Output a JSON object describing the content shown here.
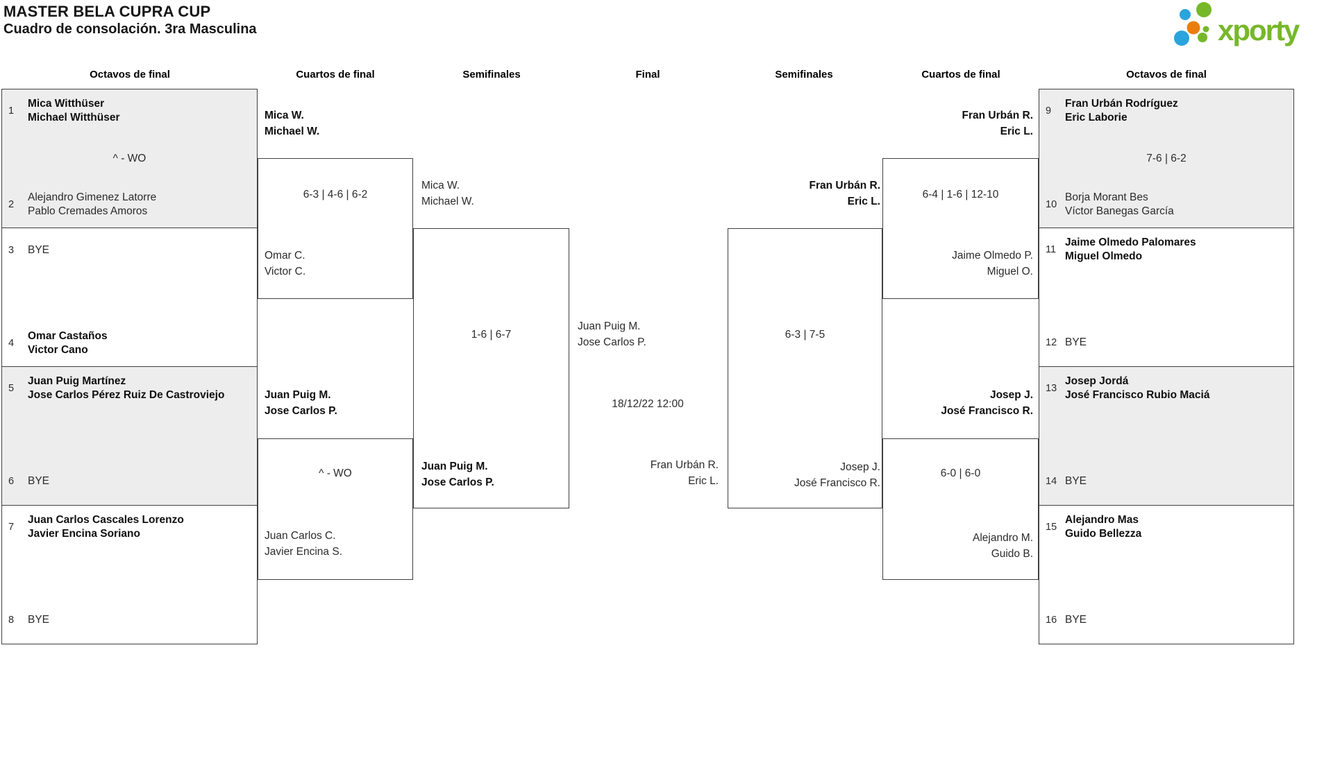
{
  "header": {
    "title": "MASTER BELA CUPRA CUP",
    "subtitle": "Cuadro de consolación. 3ra Masculina",
    "logo_text": "xporty"
  },
  "colors": {
    "logo_green": "#76b82a",
    "logo_blue": "#2aa4dc",
    "logo_orange": "#e87e10",
    "shade": "#ededed",
    "border": "#3f3f3f"
  },
  "rounds": [
    "Octavos de final",
    "Cuartos de final",
    "Semifinales",
    "Final",
    "Semifinales",
    "Cuartos de final",
    "Octavos de final"
  ],
  "bracket": {
    "left_octavos": [
      {
        "score": "^ - WO",
        "top": {
          "seed": "1",
          "line1": "Mica Witthüser",
          "line2": "Michael Witthüser"
        },
        "bottom": {
          "seed": "2",
          "line1": "Alejandro Gimenez Latorre",
          "line2": "Pablo Cremades Amoros"
        }
      },
      {
        "score": "",
        "top": {
          "seed": "3",
          "line1": "BYE"
        },
        "bottom": {
          "seed": "4",
          "line1": "Omar Castaños",
          "line2": "Victor Cano"
        }
      },
      {
        "score": "",
        "top": {
          "seed": "5",
          "line1": "Juan Puig Martínez",
          "line2": "Jose Carlos Pérez Ruiz De Castroviejo"
        },
        "bottom": {
          "seed": "6",
          "line1": "BYE"
        }
      },
      {
        "score": "",
        "top": {
          "seed": "7",
          "line1": "Juan Carlos Cascales Lorenzo",
          "line2": "Javier Encina Soriano"
        },
        "bottom": {
          "seed": "8",
          "line1": "BYE"
        }
      }
    ],
    "left_quarters": [
      {
        "winner": {
          "line1": "Mica W.",
          "line2": "Michael W."
        },
        "score": "6-3 | 4-6 | 6-2",
        "loser": {
          "line1": "Omar C.",
          "line2": "Victor C."
        }
      },
      {
        "winner": {
          "line1": "Juan Puig M.",
          "line2": "Jose Carlos P."
        },
        "score": "^ - WO",
        "loser": {
          "line1": "Juan Carlos C.",
          "line2": "Javier Encina S."
        }
      }
    ],
    "left_semifinal": {
      "top": {
        "line1": "Mica W.",
        "line2": "Michael W."
      },
      "score": "1-6 | 6-7",
      "bottom": {
        "line1": "Juan Puig M.",
        "line2": "Jose Carlos P."
      }
    },
    "final": {
      "team_left": {
        "line1": "Juan Puig M.",
        "line2": "Jose Carlos P."
      },
      "datetime": "18/12/22 12:00",
      "team_right": {
        "line1": "Fran Urbán R.",
        "line2": "Eric L."
      }
    },
    "right_semifinal": {
      "top": {
        "line1": "Fran Urbán R.",
        "line2": "Eric L."
      },
      "score": "6-3 | 7-5",
      "bottom": {
        "line1": "Josep J.",
        "line2": "José Francisco R."
      }
    },
    "right_quarters": [
      {
        "winner": {
          "line1": "Fran Urbán R.",
          "line2": "Eric L."
        },
        "score": "6-4 | 1-6 | 12-10",
        "loser": {
          "line1": "Jaime Olmedo P.",
          "line2": "Miguel O."
        }
      },
      {
        "winner": {
          "line1": "Josep J.",
          "line2": "José Francisco R."
        },
        "score": "6-0 | 6-0",
        "loser": {
          "line1": "Alejandro M.",
          "line2": "Guido B."
        }
      }
    ],
    "right_octavos": [
      {
        "score": "7-6 | 6-2",
        "top": {
          "seed": "9",
          "line1": "Fran Urbán Rodríguez",
          "line2": "Eric Laborie"
        },
        "bottom": {
          "seed": "10",
          "line1": "Borja Morant Bes",
          "line2": "Víctor Banegas García"
        }
      },
      {
        "score": "",
        "top": {
          "seed": "11",
          "line1": "Jaime Olmedo Palomares",
          "line2": "Miguel Olmedo"
        },
        "bottom": {
          "seed": "12",
          "line1": "BYE"
        }
      },
      {
        "score": "",
        "top": {
          "seed": "13",
          "line1": "Josep Jordá",
          "line2": "José Francisco Rubio Maciá"
        },
        "bottom": {
          "seed": "14",
          "line1": "BYE"
        }
      },
      {
        "score": "",
        "top": {
          "seed": "15",
          "line1": "Alejandro Mas",
          "line2": "Guido Bellezza"
        },
        "bottom": {
          "seed": "16",
          "line1": "BYE"
        }
      }
    ]
  }
}
